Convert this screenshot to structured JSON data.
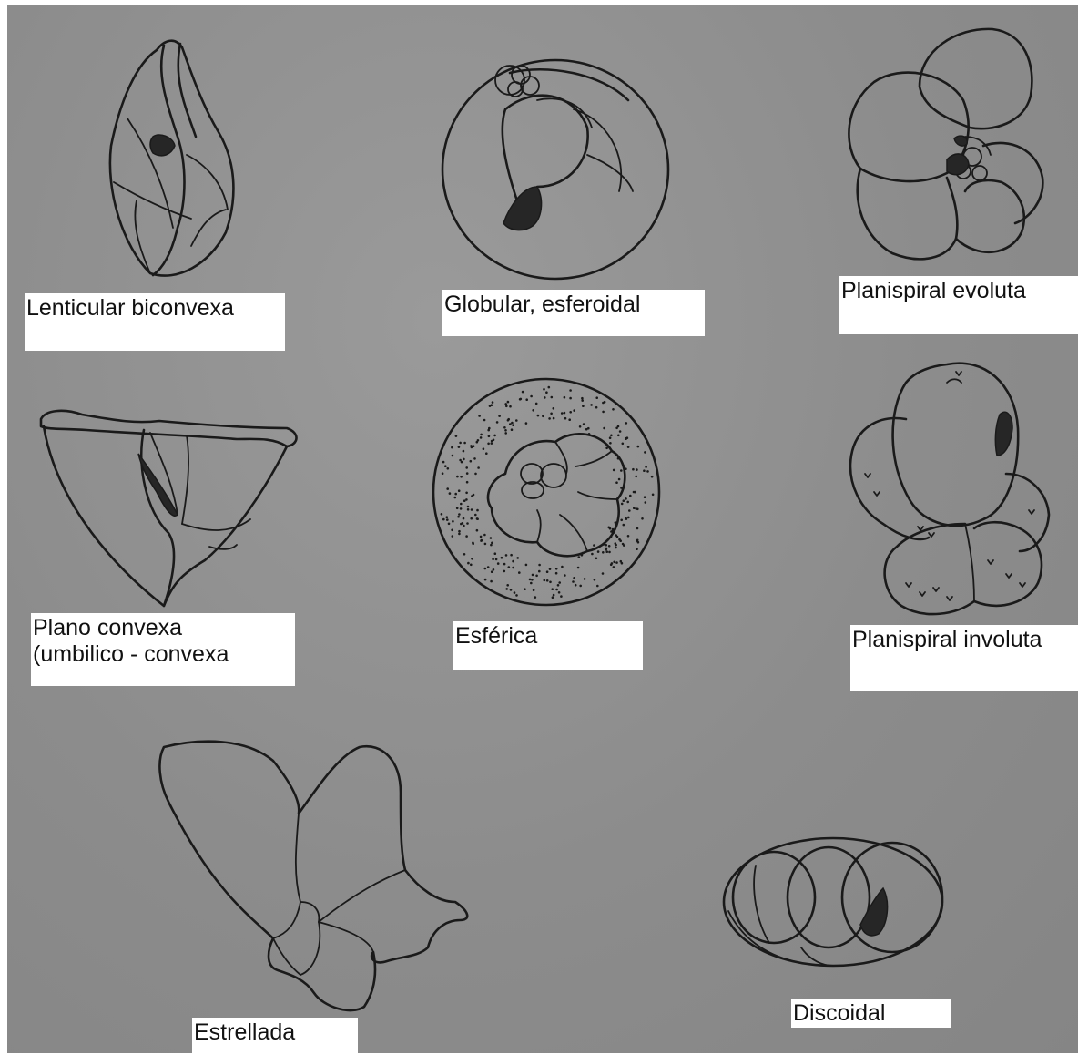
{
  "figure": {
    "labels": {
      "lenticular": "Lenticular biconvexa",
      "globular": "Globular, esferoidal",
      "planispiral_evoluta": "Planispiral evoluta",
      "plano_convexa": "Plano convexa\n(umbilico - convexa",
      "esferica": "Esférica",
      "planispiral_involuta": "Planispiral involuta",
      "estrellada": "Estrellada",
      "discoidal": "Discoidal"
    },
    "colors": {
      "background": "#8f8f8f",
      "ink": "#1a1a1a",
      "label_box": "#ffffff"
    }
  }
}
